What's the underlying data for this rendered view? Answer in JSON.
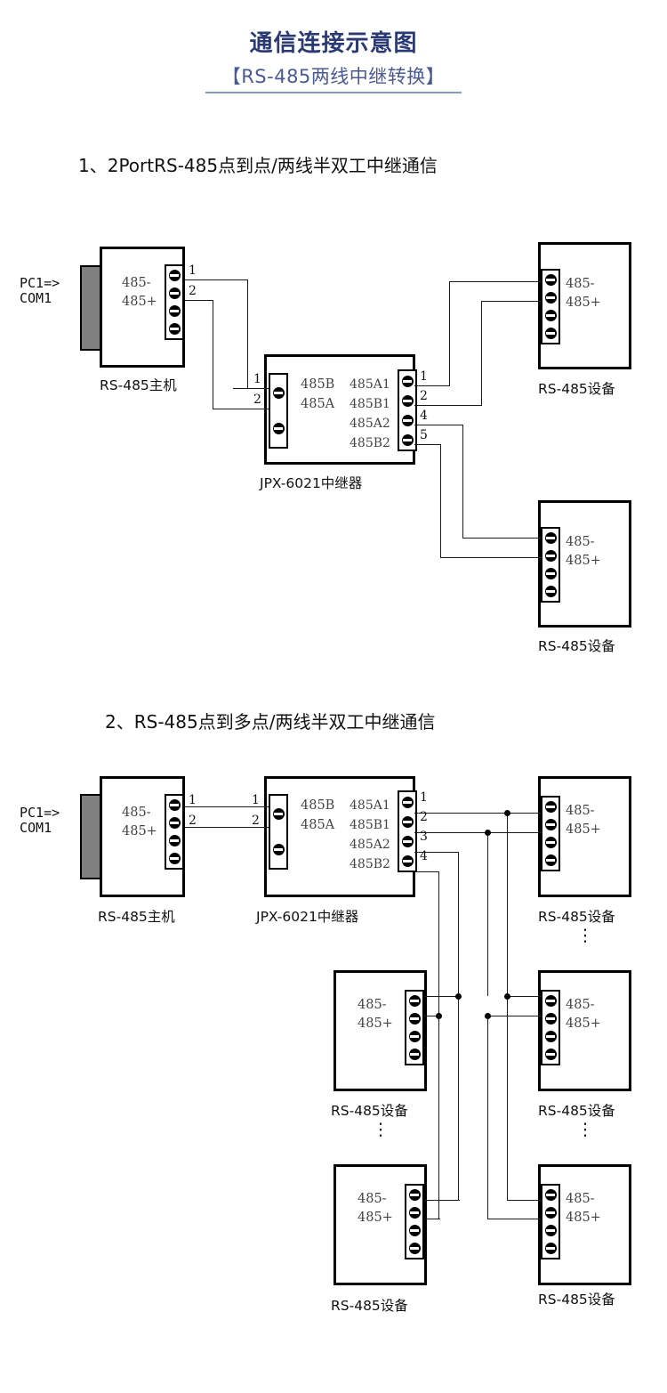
{
  "header": {
    "title": "通信连接示意图",
    "subtitle": "【RS-485两线中继转换】"
  },
  "sections": [
    {
      "id": "section-1",
      "label": "1、2PortRS-485点到点/两线半双工中继通信"
    },
    {
      "id": "section-2",
      "label": "2、RS-485点到多点/两线半双工中继通信"
    }
  ],
  "labels": {
    "host": "RS-485主机",
    "repeater": "JPX-6021中继器",
    "device": "RS-485设备",
    "pc_port_line1": "PC1=>",
    "pc_port_line2": "COM1",
    "sig_minus": "485-",
    "sig_plus": "485+",
    "rep_in_b": "485B",
    "rep_in_a": "485A",
    "rep_out_a1": "485A1",
    "rep_out_b1": "485B1",
    "rep_out_a2": "485A2",
    "rep_out_b2": "485B2",
    "ellipsis": "⋮"
  },
  "diagram1": {
    "host": {
      "name": "RS-485主机",
      "terminals": [
        "485-",
        "485+"
      ],
      "pins": [
        "1",
        "2"
      ]
    },
    "repeater": {
      "name": "JPX-6021中继器",
      "input_terminals": [
        "485B",
        "485A"
      ],
      "input_pins": [
        "1",
        "2"
      ],
      "output_terminals": [
        "485A1",
        "485B1",
        "485A2",
        "485B2"
      ],
      "output_pins": [
        "1",
        "2",
        "4",
        "5"
      ]
    },
    "devices": [
      {
        "name": "RS-485设备",
        "terminals": [
          "485-",
          "485+"
        ],
        "position": "top-right"
      },
      {
        "name": "RS-485设备",
        "terminals": [
          "485-",
          "485+"
        ],
        "position": "bottom-right"
      }
    ]
  },
  "diagram2": {
    "host": {
      "name": "RS-485主机",
      "terminals": [
        "485-",
        "485+"
      ],
      "pins": [
        "1",
        "2"
      ]
    },
    "repeater": {
      "name": "JPX-6021中继器",
      "input_terminals": [
        "485B",
        "485A"
      ],
      "input_pins": [
        "1",
        "2"
      ],
      "output_terminals": [
        "485A1",
        "485B1",
        "485A2",
        "485B2"
      ],
      "output_pins": [
        "1",
        "2",
        "3",
        "4"
      ]
    },
    "devices": [
      {
        "name": "RS-485设备",
        "terminals": [
          "485-",
          "485+"
        ],
        "position": "row1-right"
      },
      {
        "name": "RS-485设备",
        "terminals": [
          "485-",
          "485+"
        ],
        "position": "row2-left"
      },
      {
        "name": "RS-485设备",
        "terminals": [
          "485-",
          "485+"
        ],
        "position": "row2-right"
      },
      {
        "name": "RS-485设备",
        "terminals": [
          "485-",
          "485+"
        ],
        "position": "row3-left"
      },
      {
        "name": "RS-485设备",
        "terminals": [
          "485-",
          "485+"
        ],
        "position": "row3-right"
      }
    ]
  },
  "colors": {
    "title": "#2b3a75",
    "subtitle": "#4a5a92",
    "rule": "#8d99c4",
    "connector": "#808080",
    "wire": "#1a1a1a",
    "signal_text": "#444444"
  }
}
